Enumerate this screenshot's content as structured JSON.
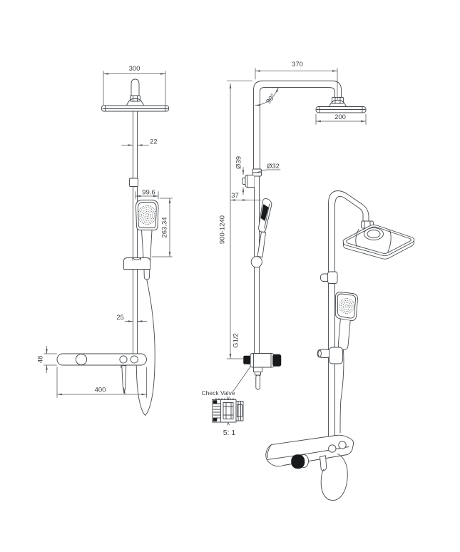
{
  "drawing": {
    "labels": {
      "check_valve": "Check Valve",
      "detail_scale": "5: 1"
    },
    "dimensions": {
      "front_view": {
        "head_width": "300",
        "pipe_width": "22",
        "hand_shower_width": "99.6",
        "hand_shower_length": "263.34",
        "rail_diameter": "25",
        "panel_height": "48",
        "panel_width": "400"
      },
      "side_view": {
        "arm_length": "370",
        "arm_angle": "90°",
        "head_depth": "200",
        "bracket_diameter": "Ø39",
        "pipe_diameter": "Ø32",
        "wall_offset": "37",
        "height_range": "900-1240",
        "inlet_thread": "G1/2"
      }
    },
    "colors": {
      "line": "#45494d",
      "dark_fill": "#17191b",
      "text": "#3f4347",
      "background": "#ffffff"
    }
  }
}
